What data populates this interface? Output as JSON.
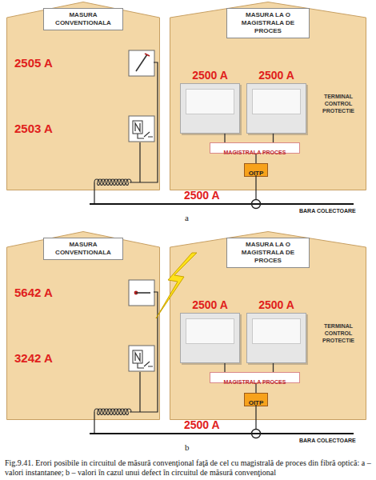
{
  "diagram": {
    "caption": "Fig.9.41. Erori posibile in circuitul de măsură convenţional faţă de cel cu magistrală de proces din fibră optică: a – valori instantanee; b – valori în cazul unui defect în circuitul de măsură convenţional",
    "nodes": [
      {
        "text": [
          "MASURA CONVENTIONALA"
        ]
      },
      {
        "text": [
          "2505 A"
        ],
        "in": 0
      },
      {
        "text": [
          "2503 A"
        ],
        "in": 0
      },
      {
        "text": [
          "MASURA LA O MAGISTRALA DE PROCES"
        ]
      },
      {
        "text": [
          "2500 A"
        ],
        "in": 3
      },
      {
        "text": [
          "2500 A"
        ],
        "in": 3
      },
      {
        "text": [
          "MAGISTRALA PROCES"
        ],
        "in": 3
      },
      {
        "text": [
          "OITP"
        ],
        "in": 3
      },
      {
        "text": [
          "MASURA CONVENTIONALA"
        ]
      },
      {
        "text": [
          "5642 A"
        ],
        "in": 8
      },
      {
        "text": [
          "3242 A"
        ],
        "in": 8
      },
      {
        "text": [
          "MASURA LA O MAGISTRALA DE PROCES"
        ]
      },
      {
        "text": [
          "2500 A"
        ],
        "in": 11
      },
      {
        "text": [
          "2500 A"
        ],
        "in": 11
      },
      {
        "text": [
          "MAGISTRALA PROCES"
        ],
        "in": 11
      },
      {
        "text": [
          "OITP"
        ],
        "in": 11
      }
    ],
    "edges": [
      {
        "from": 6,
        "to": 4,
        "arrow": "none"
      },
      {
        "from": 6,
        "to": 5,
        "arrow": "none"
      },
      {
        "from": 7,
        "to": 6,
        "arrow": "none"
      },
      {
        "from": 14,
        "to": 12,
        "arrow": "none"
      },
      {
        "from": 14,
        "to": 13,
        "arrow": "none"
      },
      {
        "from": 15,
        "to": 14,
        "arrow": "none"
      }
    ],
    "labels": [
      "TERMINAL CONTROL PROTECTIE",
      "2500 A",
      "BARA COLECTOARE",
      "a",
      "TERMINAL CONTROL PROTECTIE",
      "2500 A",
      "BARA COLECTOARE",
      "b"
    ]
  }
}
